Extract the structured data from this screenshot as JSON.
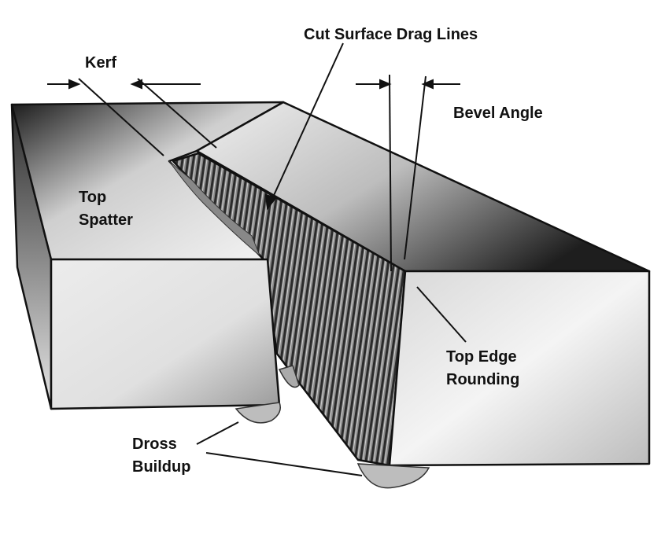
{
  "labels": {
    "kerf": "Kerf",
    "drag_lines": "Cut Surface Drag Lines",
    "bevel_angle": "Bevel Angle",
    "top_spatter_1": "Top",
    "top_spatter_2": "Spatter",
    "top_edge_1": "Top Edge",
    "top_edge_2": "Rounding",
    "dross_1": "Dross",
    "dross_2": "Buildup"
  },
  "colors": {
    "outline": "#111111",
    "dark": "#1a1a1a",
    "light": "#f2f2f2"
  }
}
